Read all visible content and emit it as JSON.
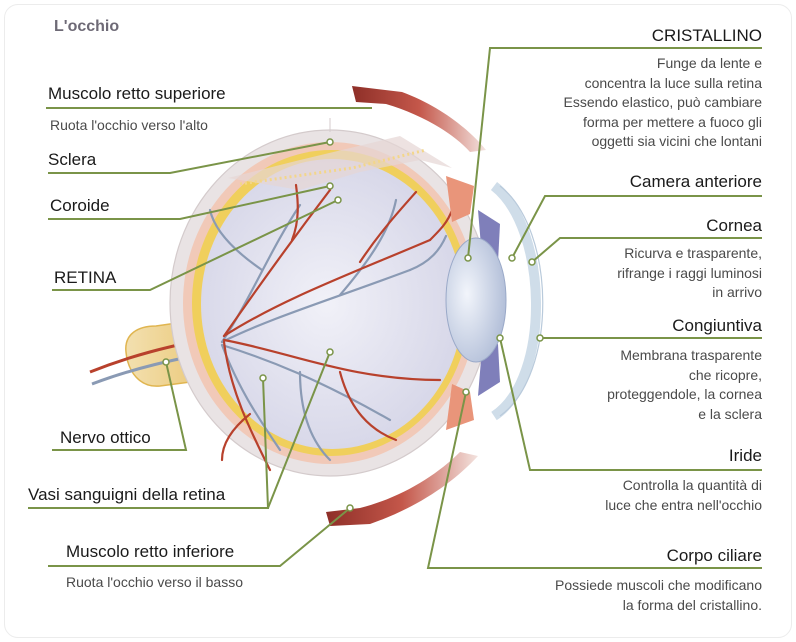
{
  "title": "L'occhio",
  "labels": {
    "muscolo_superiore": "Muscolo retto superiore",
    "muscolo_superiore_desc": "Ruota l'occhio verso l'alto",
    "sclera": "Sclera",
    "coroide": "Coroide",
    "retina": "RETINA",
    "nervo_ottico": "Nervo ottico",
    "vasi": "Vasi sanguigni della retina",
    "muscolo_inferiore": "Muscolo retto inferiore",
    "muscolo_inferiore_desc": "Ruota l'occhio verso il basso",
    "cristallino": "CRISTALLINO",
    "cristallino_desc": [
      "Funge da lente e",
      "concentra la luce sulla retina",
      "Essendo elastico, può cambiare",
      "forma per mettere a fuoco gli",
      "oggetti sia vicini che lontani"
    ],
    "camera": "Camera anteriore",
    "cornea": "Cornea",
    "cornea_desc": [
      "Ricurva e trasparente,",
      "rifrange i raggi luminosi",
      "in arrivo"
    ],
    "congiuntiva": "Congiuntiva",
    "congiuntiva_desc": [
      "Membrana trasparente",
      "che ricopre,",
      "proteggendole, la cornea",
      "e la sclera"
    ],
    "iride": "Iride",
    "iride_desc": [
      "Controlla la quantità di",
      "luce che entra nell'occhio"
    ],
    "corpo_ciliare": "Corpo ciliare",
    "corpo_ciliare_desc": [
      "Possiede muscoli che modificano",
      "la forma del cristallino."
    ]
  },
  "colors": {
    "leader": "#7a9448",
    "sclera": "#e9e3e4",
    "choroid": "#f1c9b8",
    "retina": "#f0cf5c",
    "vitreous": "#e2e2f0",
    "artery": "#b8412c",
    "vein": "#8a9ab4",
    "muscle": "#b5463a",
    "lens": "#cdd8ea",
    "iris": "#7f7fba",
    "ciliary": "#e9957a",
    "cornea": "#d9e5ef"
  }
}
